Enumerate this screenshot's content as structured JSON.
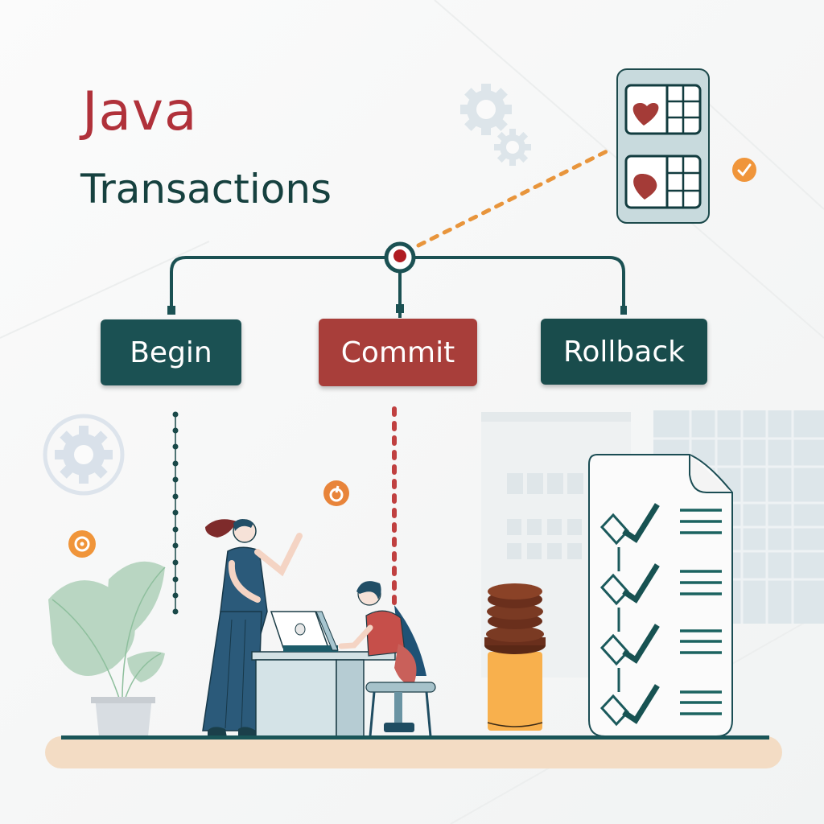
{
  "title": {
    "line1": "Java",
    "line2": "Transactions"
  },
  "flow": {
    "nodes": [
      {
        "id": "begin",
        "label": "Begin",
        "color": "#1b5153"
      },
      {
        "id": "commit",
        "label": "Commit",
        "color": "#a83e3a"
      },
      {
        "id": "rollback",
        "label": "Rollback",
        "color": "#194c4c"
      }
    ],
    "hub_color": "#b01c22",
    "line_color": "#1b5153"
  },
  "colors": {
    "accent_red": "#b0313a",
    "dark_teal": "#16413f",
    "orange": "#f0953a",
    "floor": "#f3dcc4"
  },
  "icons": {
    "gears": "gears-icon",
    "database_card": "database-card-icon",
    "check_badge": "check-badge-icon",
    "checklist": "checklist-document-icon",
    "coin_stack": "coin-stack-icon"
  }
}
